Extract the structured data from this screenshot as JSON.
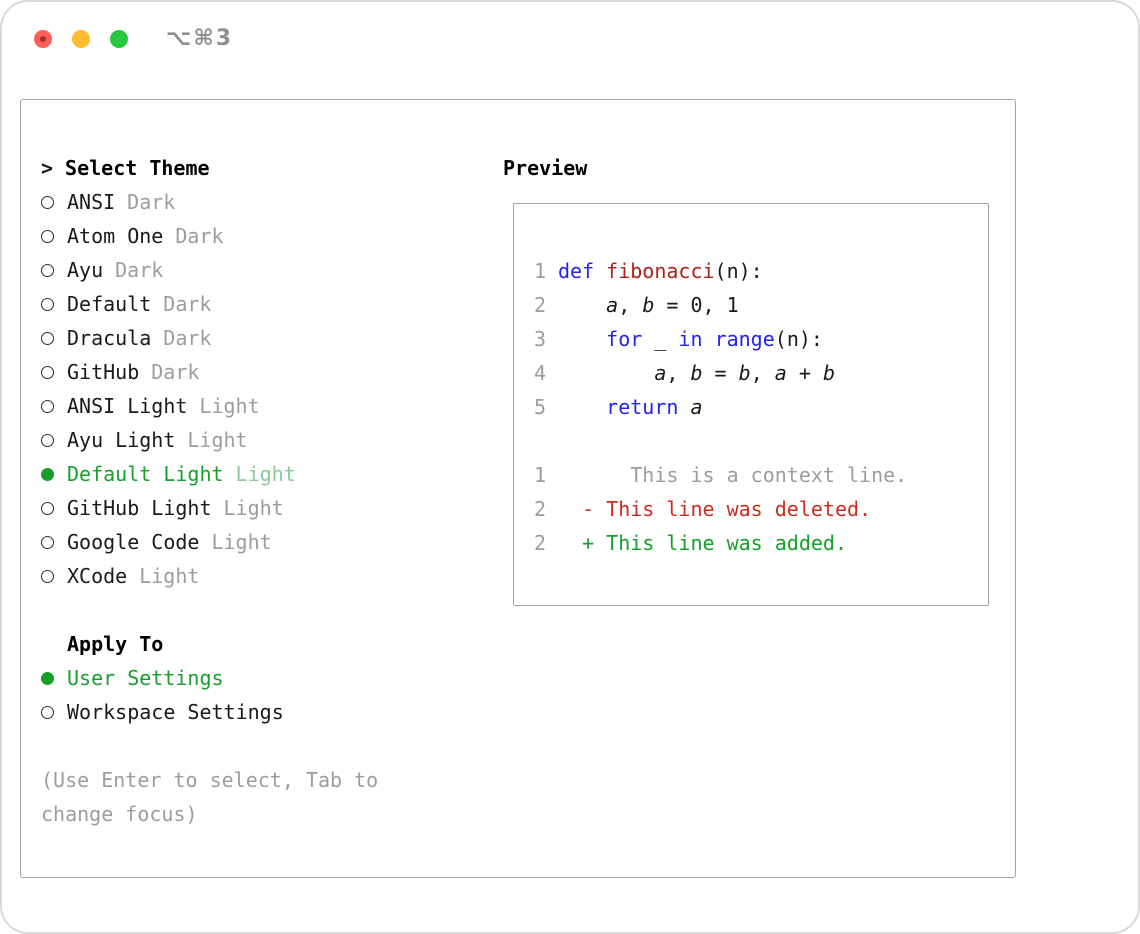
{
  "titlebar": {
    "shortcut": "⌥⌘3"
  },
  "theme_selector": {
    "prompt": ">",
    "title": "Select Theme",
    "themes": [
      {
        "name": "ANSI",
        "variant": "Dark",
        "selected": false
      },
      {
        "name": "Atom One",
        "variant": "Dark",
        "selected": false
      },
      {
        "name": "Ayu",
        "variant": "Dark",
        "selected": false
      },
      {
        "name": "Default",
        "variant": "Dark",
        "selected": false
      },
      {
        "name": "Dracula",
        "variant": "Dark",
        "selected": false
      },
      {
        "name": "GitHub",
        "variant": "Dark",
        "selected": false
      },
      {
        "name": "ANSI Light",
        "variant": "Light",
        "selected": false
      },
      {
        "name": "Ayu Light",
        "variant": "Light",
        "selected": false
      },
      {
        "name": "Default Light",
        "variant": "Light",
        "selected": true
      },
      {
        "name": "GitHub Light",
        "variant": "Light",
        "selected": false
      },
      {
        "name": "Google Code",
        "variant": "Light",
        "selected": false
      },
      {
        "name": "XCode",
        "variant": "Light",
        "selected": false
      }
    ],
    "apply_to": {
      "title": "Apply To",
      "options": [
        {
          "label": "User Settings",
          "selected": true
        },
        {
          "label": "Workspace Settings",
          "selected": false
        }
      ]
    },
    "hint": "(Use Enter to select, Tab to change focus)"
  },
  "preview": {
    "title": "Preview",
    "lines": [
      {
        "num": "1",
        "tokens": [
          {
            "text": "def",
            "style": "keyword"
          },
          {
            "text": " ",
            "style": "plain"
          },
          {
            "text": "fibonacci",
            "style": "function"
          },
          {
            "text": "(n):",
            "style": "plain"
          }
        ]
      },
      {
        "num": "2",
        "tokens": [
          {
            "text": "    ",
            "style": "plain"
          },
          {
            "text": "a",
            "style": "variable"
          },
          {
            "text": ", ",
            "style": "plain"
          },
          {
            "text": "b",
            "style": "variable"
          },
          {
            "text": " = 0, 1",
            "style": "plain"
          }
        ]
      },
      {
        "num": "3",
        "tokens": [
          {
            "text": "    ",
            "style": "plain"
          },
          {
            "text": "for",
            "style": "keyword"
          },
          {
            "text": " _ ",
            "style": "plain"
          },
          {
            "text": "in",
            "style": "keyword"
          },
          {
            "text": " ",
            "style": "plain"
          },
          {
            "text": "range",
            "style": "keyword"
          },
          {
            "text": "(n):",
            "style": "plain"
          }
        ]
      },
      {
        "num": "4",
        "tokens": [
          {
            "text": "        ",
            "style": "plain"
          },
          {
            "text": "a",
            "style": "variable"
          },
          {
            "text": ", ",
            "style": "plain"
          },
          {
            "text": "b",
            "style": "variable"
          },
          {
            "text": " = ",
            "style": "plain"
          },
          {
            "text": "b",
            "style": "variable"
          },
          {
            "text": ", ",
            "style": "plain"
          },
          {
            "text": "a",
            "style": "variable"
          },
          {
            "text": " + ",
            "style": "plain"
          },
          {
            "text": "b",
            "style": "variable"
          }
        ]
      },
      {
        "num": "5",
        "tokens": [
          {
            "text": "    ",
            "style": "plain"
          },
          {
            "text": "return",
            "style": "keyword"
          },
          {
            "text": " ",
            "style": "plain"
          },
          {
            "text": "a",
            "style": "variable"
          }
        ]
      },
      {
        "num": "",
        "tokens": []
      },
      {
        "num": "1",
        "style": "context",
        "text": "      This is a context line."
      },
      {
        "num": "2",
        "style": "deleted",
        "text": "  - This line was deleted."
      },
      {
        "num": "2",
        "style": "added",
        "text": "  + This line was added."
      }
    ]
  },
  "colors": {
    "keyword_blue": "#2323ee",
    "function_red": "#ab221b",
    "deleted_red": "#cc2c1f",
    "added_green": "#16a02b",
    "accent_green": "#16a02b",
    "accent_green_light": "#8bc99b",
    "muted_gray": "#9d9da1",
    "border_gray": "#a3a3a8",
    "traffic_red": "#ff5f57",
    "traffic_yellow": "#febc2e",
    "traffic_green": "#28c840"
  }
}
